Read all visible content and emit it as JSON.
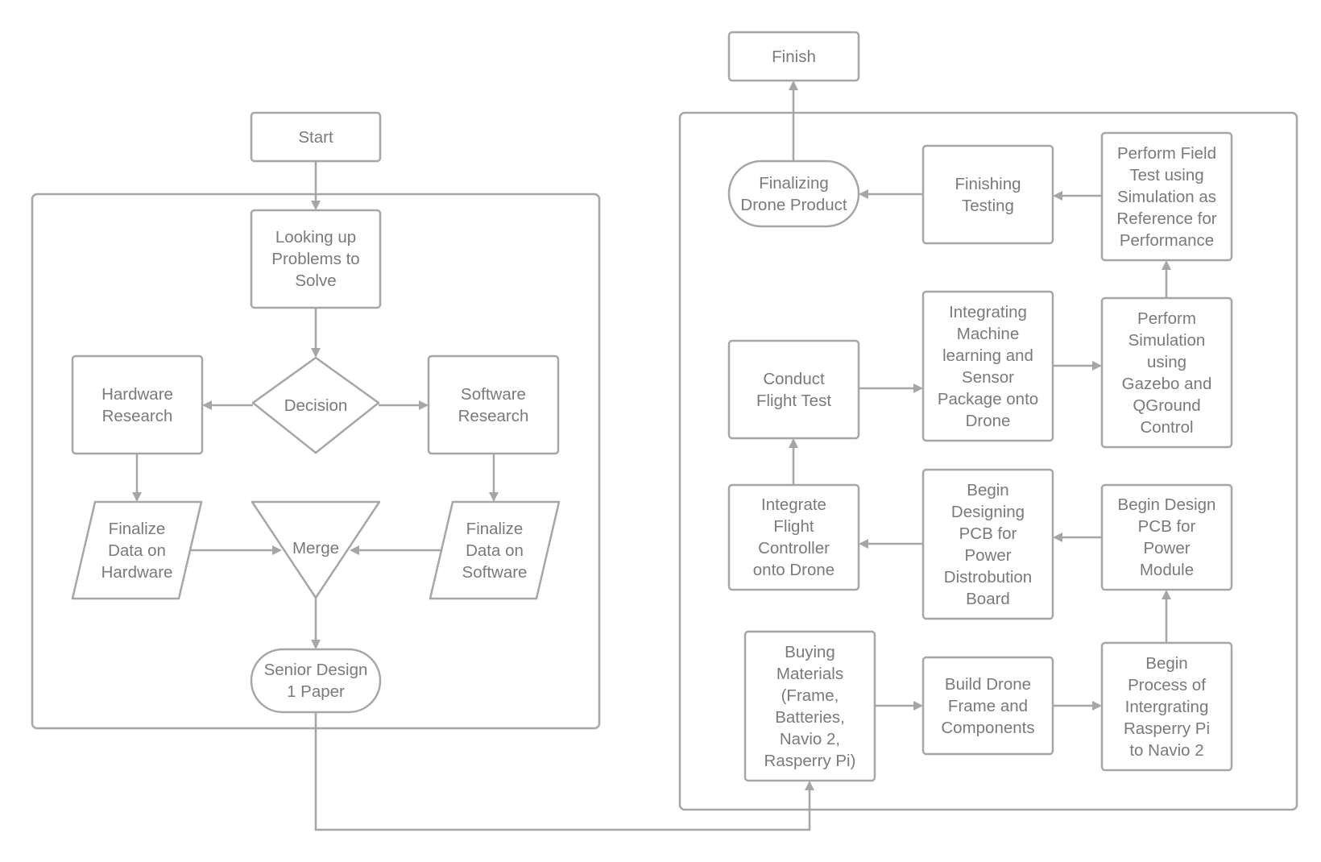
{
  "diagram": {
    "stroke_color": "#a6a6a6",
    "text_color": "#7a7a7a",
    "background": "#ffffff",
    "nodes": {
      "start": "Start",
      "finish": "Finish",
      "looking_up": "Looking up\nProblems to\nSolve",
      "decision": "Decision",
      "hardware_research": "Hardware\nResearch",
      "software_research": "Software\nResearch",
      "finalize_hardware": "Finalize\nData on\nHardware",
      "finalize_software": "Finalize\nData on\nSoftware",
      "merge": "Merge",
      "senior_design": "Senior Design\n1 Paper",
      "finalizing_drone": "Finalizing\nDrone Product",
      "finishing_testing": "Finishing\nTesting",
      "perform_field_test": "Perform Field\nTest using\nSimulation as\nReference for\nPerformance",
      "conduct_flight_test": "Conduct\nFlight Test",
      "integrating_ml": "Integrating\nMachine\nlearning and\nSensor\nPackage onto\nDrone",
      "perform_simulation": "Perform\nSimulation\nusing\nGazebo and\nQGround\nControl",
      "integrate_fc": "Integrate\nFlight\nController\nonto Drone",
      "begin_pdb": "Begin\nDesigning\nPCB for\nPower\nDistrobution\nBoard",
      "begin_power_module": "Begin Design\nPCB for\nPower\nModule",
      "buying_materials": "Buying\nMaterials\n(Frame,\nBatteries,\nNavio 2,\nRasperry Pi)",
      "build_frame": "Build Drone\nFrame and\nComponents",
      "begin_rpi": "Begin\nProcess of\nIntergrating\nRasperry Pi\nto Navio 2"
    }
  }
}
